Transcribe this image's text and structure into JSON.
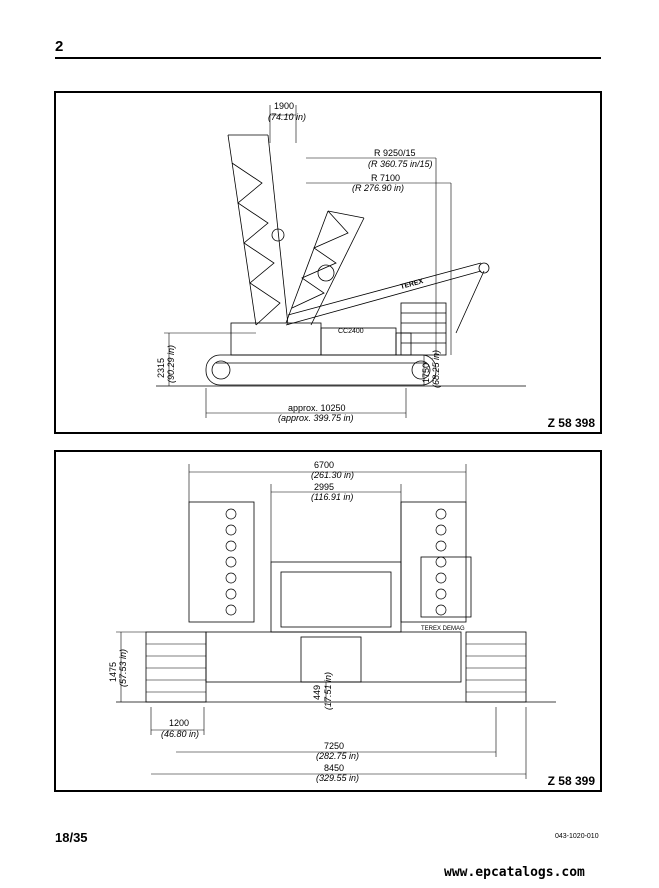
{
  "header": {
    "section_number": "2"
  },
  "figure1": {
    "id": "Z 58 398",
    "dims": {
      "top_width": "1900",
      "top_width_in": "(74.10 in)",
      "radius_max": "R 9250/15",
      "radius_max_in": "(R 360.75 in/15)",
      "radius_min": "R 7100",
      "radius_min_in": "(R 276.90 in)",
      "height_left": "2315",
      "height_left_in": "(90.29 in)",
      "height_right": "1750",
      "height_right_in": "(68.25 in)",
      "length": "approx. 10250",
      "length_in": "(approx. 399.75 in)"
    },
    "boom_brand": "TEREX",
    "body_brand": "CC2400"
  },
  "figure2": {
    "id": "Z 58 399",
    "dims": {
      "overall_width": "6700",
      "overall_width_in": "(261.30 in)",
      "inner_width": "2995",
      "inner_width_in": "(116.91 in)",
      "track_height": "1475",
      "track_height_in": "(57.53 in)",
      "ground_clearance": "449",
      "ground_clearance_in": "(17.51 in)",
      "track_width": "1200",
      "track_width_in": "(46.80 in)",
      "track_center": "7250",
      "track_center_in": "(282.75 in)",
      "track_outer": "8450",
      "track_outer_in": "(329.55 in)"
    },
    "body_brand": "TEREX DEMAG"
  },
  "footer": {
    "page": "18/35",
    "code": "043-1020-010",
    "url": "www.epcatalogs.com"
  }
}
